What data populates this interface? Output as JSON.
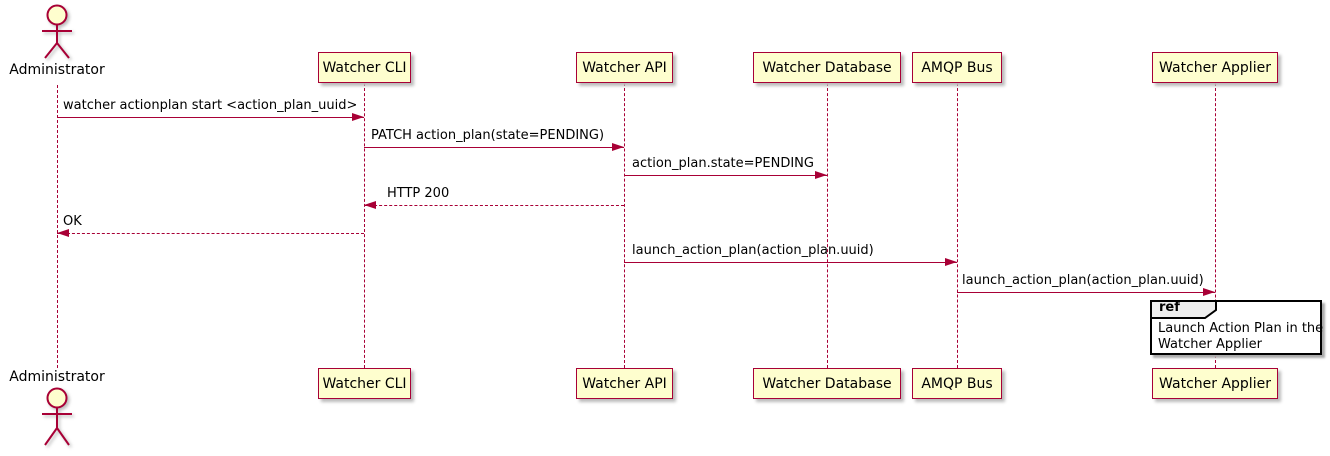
{
  "actor": {
    "name": "Administrator"
  },
  "participants": [
    {
      "id": "watcher-cli",
      "label": "Watcher CLI"
    },
    {
      "id": "watcher-api",
      "label": "Watcher API"
    },
    {
      "id": "watcher-database",
      "label": "Watcher Database"
    },
    {
      "id": "amqp-bus",
      "label": "AMQP Bus"
    },
    {
      "id": "watcher-applier",
      "label": "Watcher Applier"
    }
  ],
  "messages": [
    {
      "from": "Administrator",
      "to": "Watcher CLI",
      "label": "watcher actionplan start <action_plan_uuid>",
      "line": "solid",
      "direction": "right"
    },
    {
      "from": "Watcher CLI",
      "to": "Watcher API",
      "label": "PATCH action_plan(state=PENDING)",
      "line": "solid",
      "direction": "right"
    },
    {
      "from": "Watcher API",
      "to": "Watcher Database",
      "label": "action_plan.state=PENDING",
      "line": "solid",
      "direction": "right"
    },
    {
      "from": "Watcher API",
      "to": "Watcher CLI",
      "label": "HTTP 200",
      "line": "dashed",
      "direction": "left"
    },
    {
      "from": "Watcher CLI",
      "to": "Administrator",
      "label": "OK",
      "line": "dashed",
      "direction": "left"
    },
    {
      "from": "Watcher API",
      "to": "AMQP Bus",
      "label": "launch_action_plan(action_plan.uuid)",
      "line": "solid",
      "direction": "right"
    },
    {
      "from": "AMQP Bus",
      "to": "Watcher Applier",
      "label": "launch_action_plan(action_plan.uuid)",
      "line": "solid",
      "direction": "right"
    }
  ],
  "ref": {
    "keyword": "ref",
    "line1": "Launch Action Plan in the",
    "line2": "Watcher Applier"
  },
  "colors": {
    "participant_fill": "#FEFECE",
    "participant_border": "#A80036",
    "arrow": "#A80036",
    "lifeline": "#A80036",
    "text": "#000000",
    "ref_border": "#000000",
    "ref_tab_fill": "#EEEEEE",
    "background": "#FFFFFF"
  }
}
